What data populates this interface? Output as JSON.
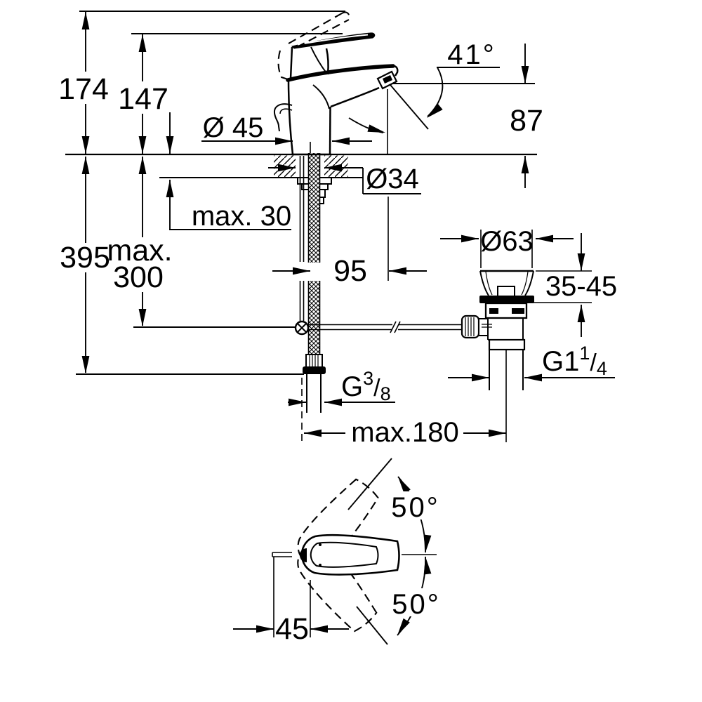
{
  "drawing": {
    "kind": "single-lever basin mixer installation dimension drawing",
    "views": [
      "front elevation with pop-up waste",
      "handle swivel top view"
    ],
    "background_color": "#ffffff",
    "line_color": "#000000"
  },
  "labels": {
    "height_overall": "174",
    "height_lever": "147",
    "spout_angle": "41°",
    "spout_outlet_height": "87",
    "base_diameter": "Ø 45",
    "hole_diameter": "Ø34",
    "deck_thickness": "max. 30",
    "supply_length": "395",
    "rod_length_word": "max.",
    "rod_length_value": "300",
    "spout_projection": "95",
    "waste_flange_diameter": "Ø63",
    "waste_height_range": "35-45",
    "waste_thread": {
      "base": "G1",
      "sup": "1",
      "slash": "/",
      "sub": "4"
    },
    "supply_thread": {
      "base": "G",
      "sup": "3",
      "slash": "/",
      "sub": "8"
    },
    "rod_reach": "max.180",
    "swivel_angle_up": "50°",
    "swivel_angle_down": "50°",
    "handle_offset": "45"
  }
}
